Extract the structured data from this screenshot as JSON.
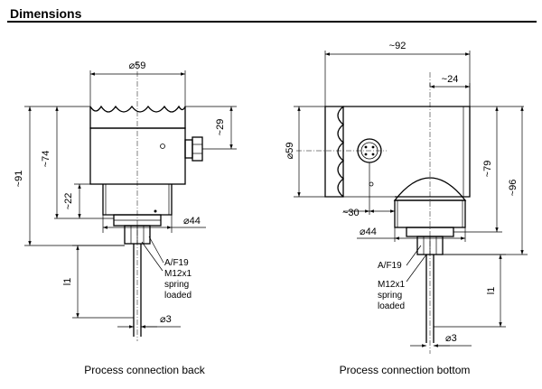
{
  "title": "Dimensions",
  "views": {
    "back": {
      "caption": "Process connection back",
      "dia_head": "⌀59",
      "dim_29": "~29",
      "dim_74": "~74",
      "dim_91": "~91",
      "dim_22": "~22",
      "dia_44": "⌀44",
      "af": "A/F19",
      "m12": "M12x1",
      "spring": "spring",
      "loaded": "loaded",
      "l1": "l1",
      "dia_3": "⌀3"
    },
    "bottom": {
      "caption": "Process connection bottom",
      "dim_92": "~92",
      "dim_24": "~24",
      "dia_head": "⌀59",
      "dim_79": "~79",
      "dim_96": "~96",
      "dim_30": "~30",
      "dia_44": "⌀44",
      "af": "A/F19",
      "m12": "M12x1",
      "spring": "spring",
      "loaded": "loaded",
      "l1": "l1",
      "dia_3": "⌀3"
    }
  }
}
